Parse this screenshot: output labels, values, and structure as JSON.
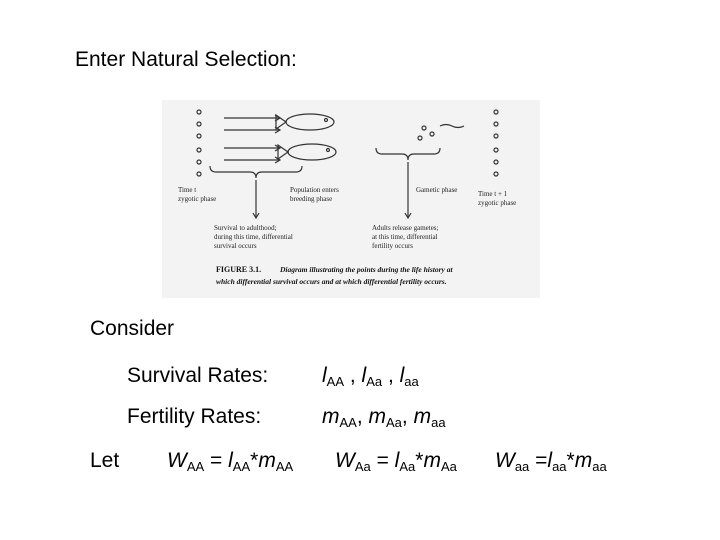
{
  "heading": "Enter Natural Selection:",
  "figure": {
    "left_label_1": "Time t",
    "left_label_2": "zygotic phase",
    "mid_label_1": "Population enters",
    "mid_label_2": "breeding phase",
    "gametic_label": "Gametic phase",
    "right_label_1": "Time t + 1",
    "right_label_2": "zygotic phase",
    "survival_1": "Survival to adulthood;",
    "survival_2": "during this time, differential",
    "survival_3": "survival occurs",
    "release_1": "Adults release gametes;",
    "release_2": "at this time, differential",
    "release_3": "fertility occurs",
    "caption_lead": "FIGURE 3.1.",
    "caption_rest_1": "Diagram illustrating the points during the life history at",
    "caption_rest_2": "which differential survival occurs and at which differential fertility occurs."
  },
  "consider": "Consider",
  "survival": {
    "label": "Survival Rates:",
    "l1": "l",
    "s1": "AA",
    "sep1": " , ",
    "l2": "l",
    "s2": "Aa",
    "sep2": " , ",
    "l3": "l",
    "s3": "aa"
  },
  "fertility": {
    "label": "Fertility Rates:",
    "m1": "m",
    "s1": "AA",
    "sep1": ", ",
    "m2": "m",
    "s2": "Aa",
    "sep2": ", ",
    "m3": "m",
    "s3": "aa"
  },
  "let": "Let",
  "formulas": {
    "AA": {
      "W": "W",
      "Wsub": "AA",
      "eq": " = ",
      "l": "l",
      "lsub": "AA",
      "times": "*",
      "m": "m",
      "msub": "AA"
    },
    "Aa": {
      "W": "W",
      "Wsub": "Aa",
      "eq": " = ",
      "l": "l",
      "lsub": "Aa",
      "times": "*",
      "m": "m",
      "msub": "Aa"
    },
    "aa": {
      "W": "W",
      "Wsub": "aa",
      "eq": " =",
      "l": "l",
      "lsub": "aa",
      "times": "*",
      "m": "m",
      "msub": "aa"
    }
  }
}
